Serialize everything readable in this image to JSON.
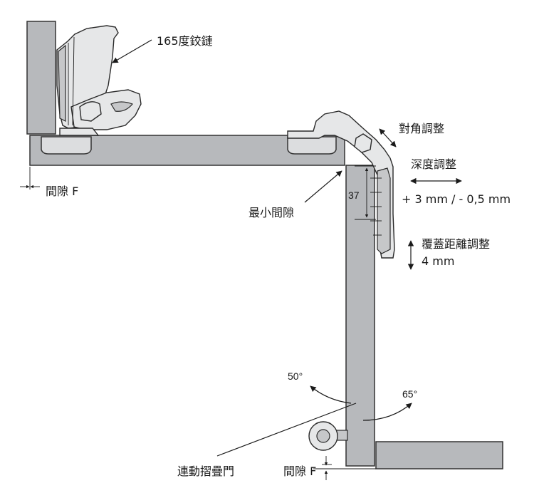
{
  "labels": {
    "hinge_165": "165度鉸鏈",
    "gap_f_left": "間隙 F",
    "min_gap": "最小間隙",
    "diagonal_adjust": "對角調整",
    "depth_adjust": "深度調整",
    "depth_range": "+ 3 mm /  - 0,5 mm",
    "overlay_adjust": "覆蓋距離調整",
    "overlay_range": "4 mm",
    "dim_37": "37",
    "angle_50": "50°",
    "angle_65": "65°",
    "linked_door": "連動摺疊門",
    "gap_f_bottom": "間隙 F"
  }
}
